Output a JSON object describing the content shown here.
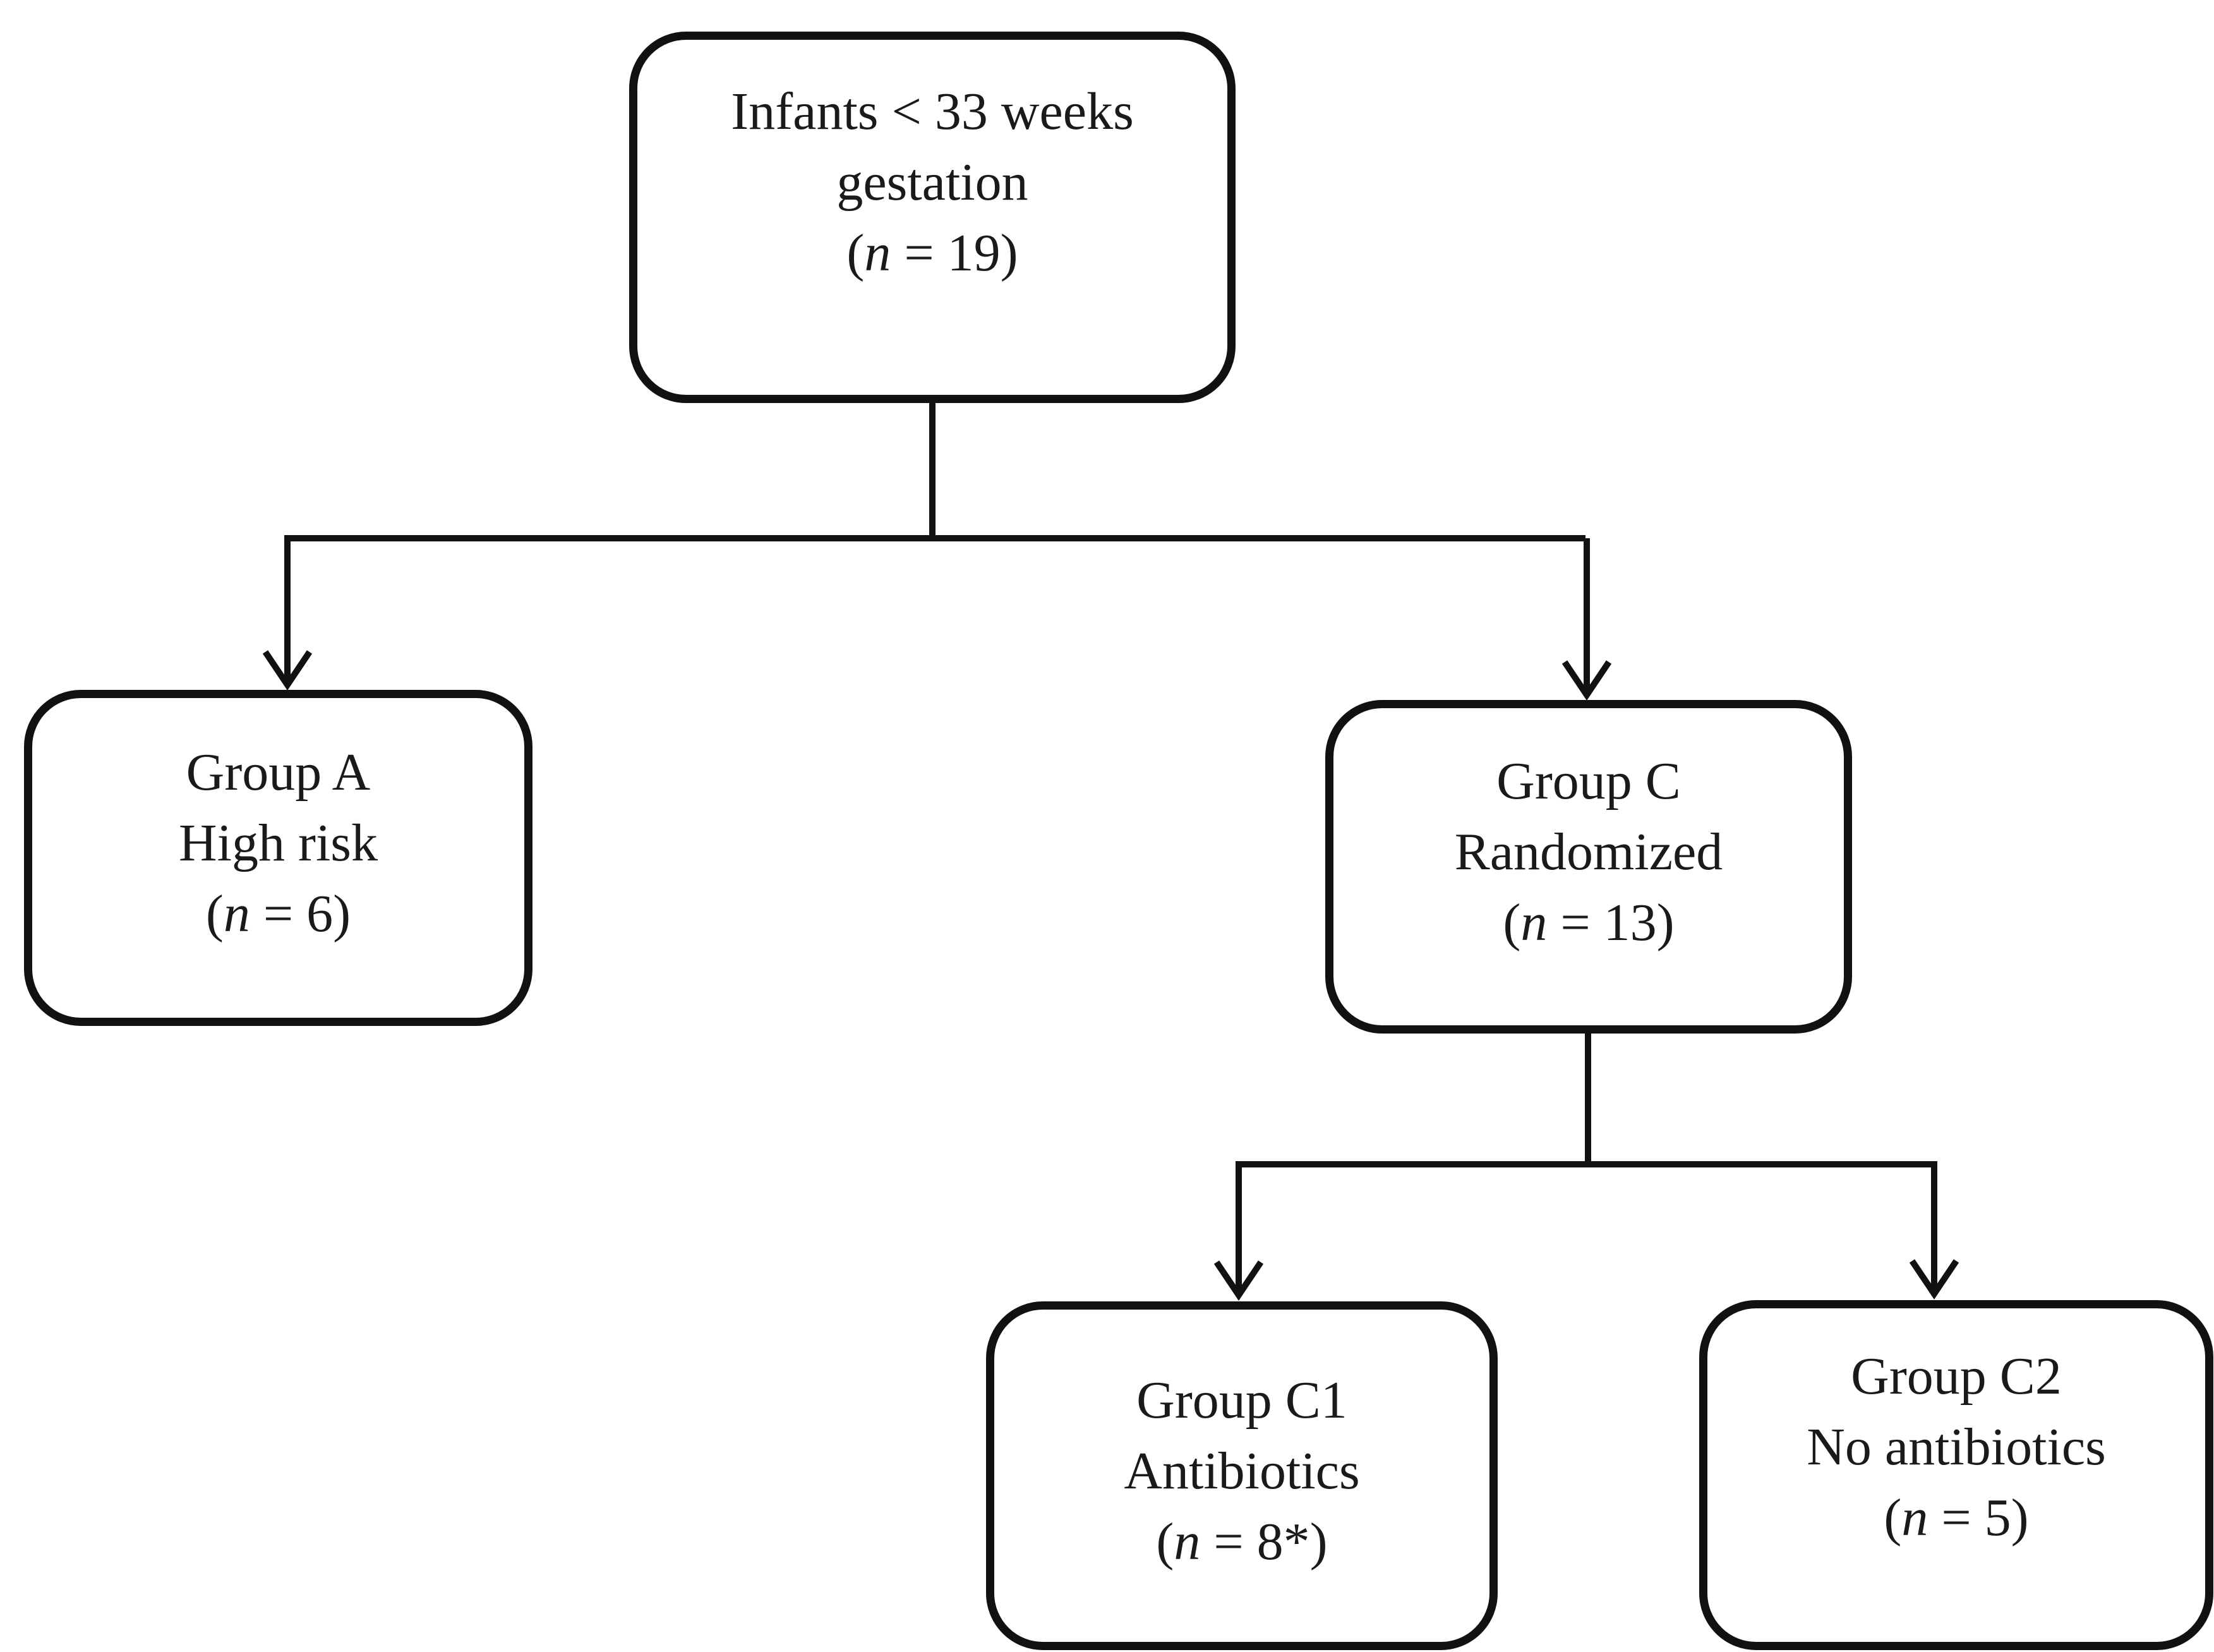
{
  "nodes": {
    "root": {
      "lines": [
        "Infants < 33 weeks",
        "gestation"
      ],
      "n_prefix": "(",
      "n_var": "n",
      "n_suffix": " = 19)"
    },
    "group_a": {
      "lines": [
        "Group A",
        "High risk"
      ],
      "n_prefix": "(",
      "n_var": "n",
      "n_suffix": " = 6)"
    },
    "group_c": {
      "lines": [
        "Group C",
        "Randomized"
      ],
      "n_prefix": "(",
      "n_var": "n",
      "n_suffix": " = 13)"
    },
    "group_c1": {
      "lines": [
        "Group C1",
        "Antibiotics"
      ],
      "n_prefix": "(",
      "n_var": "n",
      "n_suffix": " = 8*)"
    },
    "group_c2": {
      "lines": [
        "Group C2",
        "No antibiotics"
      ],
      "n_prefix": "(",
      "n_var": "n",
      "n_suffix": " = 5)"
    }
  },
  "edges": [
    {
      "from": "root",
      "to": "group_a"
    },
    {
      "from": "root",
      "to": "group_c"
    },
    {
      "from": "group_c",
      "to": "group_c1"
    },
    {
      "from": "group_c",
      "to": "group_c2"
    }
  ],
  "colors": {
    "stroke": "#111111",
    "background": "#ffffff",
    "text": "#1a1a1a"
  }
}
